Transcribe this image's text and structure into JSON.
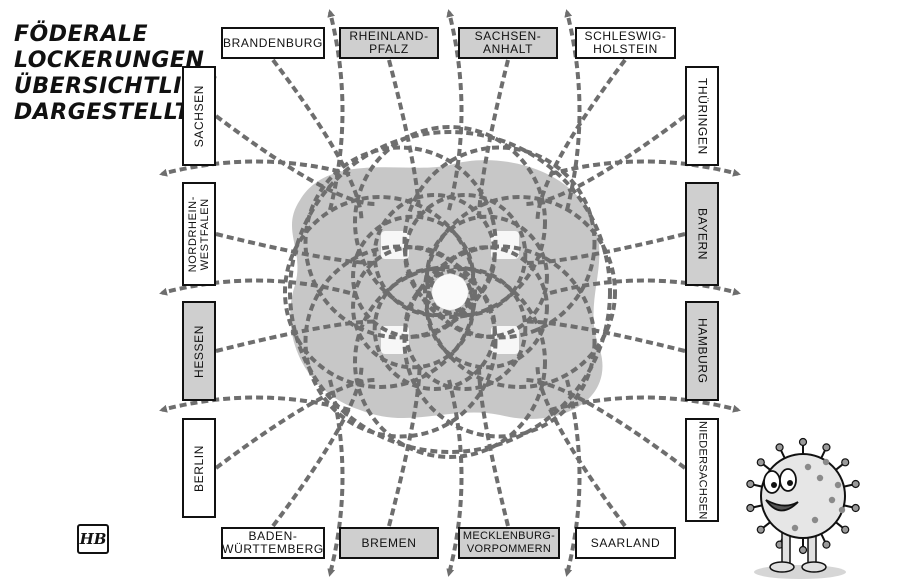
{
  "title_lines": [
    "FÖDERALE",
    "LOCKERUNGEN",
    "ÜBERSICHTLICH",
    "DARGESTELLT:"
  ],
  "signature": "HB",
  "states": {
    "top": [
      {
        "label": "BRANDENBURG",
        "shaded": false
      },
      {
        "label": "RHEINLAND-\nPFALZ",
        "shaded": true
      },
      {
        "label": "SACHSEN-\nANHALT",
        "shaded": true
      },
      {
        "label": "SCHLESWIG-\nHOLSTEIN",
        "shaded": false
      }
    ],
    "bottom": [
      {
        "label": "BADEN-\nWÜRTTEMBERG",
        "shaded": false
      },
      {
        "label": "BREMEN",
        "shaded": true
      },
      {
        "label": "MECKLENBURG-\nVORPOMMERN",
        "shaded": true
      },
      {
        "label": "SAARLAND",
        "shaded": false
      }
    ],
    "left": [
      {
        "label": "SACHSEN",
        "shaded": false
      },
      {
        "label": "NORDRHEIN-\nWESTFALEN",
        "shaded": false
      },
      {
        "label": "HESSEN",
        "shaded": true
      },
      {
        "label": "BERLIN",
        "shaded": false
      }
    ],
    "right": [
      {
        "label": "THÜRINGEN",
        "shaded": false
      },
      {
        "label": "BAYERN",
        "shaded": true
      },
      {
        "label": "HAMBURG",
        "shaded": true
      },
      {
        "label": "NIEDERSACHSEN",
        "shaded": false
      }
    ]
  },
  "colors": {
    "line": "#6e6e6e",
    "ink": "#111111",
    "shade": "#cfcfcf",
    "blob": "#bdbdbd",
    "virus": "#e6e6e6"
  }
}
